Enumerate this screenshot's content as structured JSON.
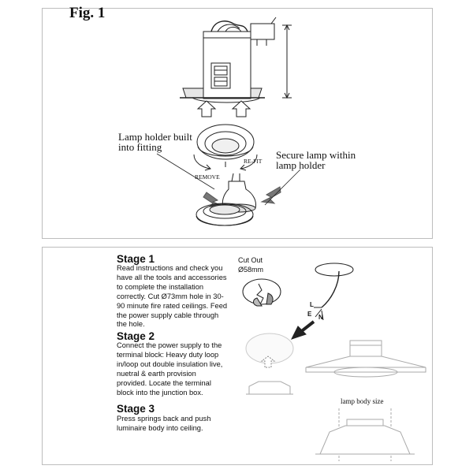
{
  "figure": {
    "title": "Fig. 1",
    "lamp_holder_label": [
      "Lamp holder built",
      "into fitting"
    ],
    "secure_lamp_label": [
      "Secure lamp within",
      "lamp holder"
    ],
    "remove_label": "REMOVE",
    "refit_label": "RE-FIT"
  },
  "instructions": {
    "stages": [
      {
        "title": "Stage 1",
        "lines": [
          "Read instructions and check you",
          "have all the tools and accessories",
          "to complete the installation",
          "correctly. Cut Ø73mm hole in 30-",
          "90 minute fire rated ceilings. Feed",
          "the  power supply cable through",
          "the hole."
        ]
      },
      {
        "title": "Stage 2",
        "lines": [
          "Connect the power supply to the",
          "terminal block: Heavy duty loop",
          "in/loop out double insulation live,",
          "nuetral & earth provision",
          "provided. Locate the terminal",
          "block into the junction box."
        ]
      },
      {
        "title": "Stage 3",
        "lines": [
          "Press springs back and push",
          "luminaire body into ceiling."
        ]
      }
    ],
    "cutout_label": "Cut Out",
    "cutout_size": "Ø58mm",
    "wire_labels": {
      "live": "L",
      "earth": "E",
      "neutral": "N"
    },
    "lamp_body_label": "lamp body size"
  }
}
